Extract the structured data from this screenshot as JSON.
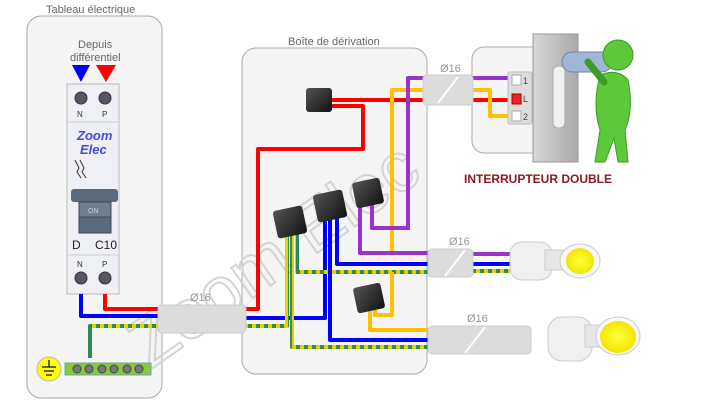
{
  "panel": {
    "title": "Tableau électrique",
    "source_label_line1": "Depuis",
    "source_label_line2": "différentiel"
  },
  "breaker": {
    "brand_line1": "Zoom",
    "brand_line2": "Elec",
    "state": "ON",
    "curve": "D",
    "rating": "C10",
    "terminal_n": "N",
    "terminal_p": "P"
  },
  "junction_box": {
    "title": "Boîte de dérivation"
  },
  "conduits": {
    "main": "Ø16",
    "switch": "Ø16",
    "lamp1": "Ø16",
    "lamp2": "Ø16"
  },
  "switch": {
    "title": "INTERRUPTEUR DOUBLE",
    "terminal_1": "1",
    "terminal_l": "L",
    "terminal_2": "2"
  },
  "watermark": "Zoom Elec",
  "colors": {
    "phase": "#ff0000",
    "neutral": "#0000ff",
    "return": "#ffc000",
    "return2": "#9933cc",
    "earth_green": "#2e8b57",
    "earth_yellow": "#e8d000",
    "title": "#8b1a1a",
    "brand": "#4a4ad8"
  }
}
